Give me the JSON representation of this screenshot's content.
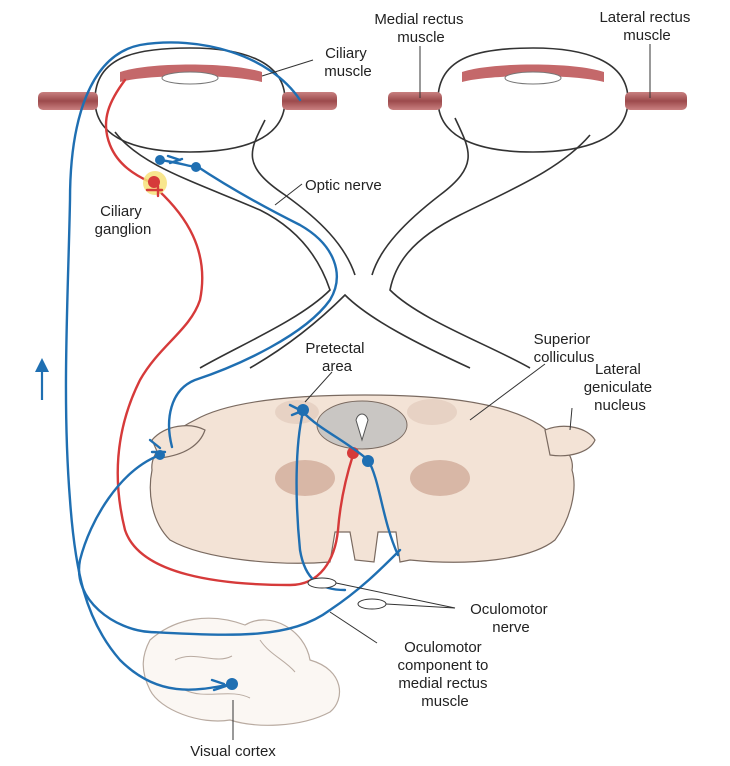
{
  "labels": {
    "medial_rectus": [
      "Medial rectus",
      "muscle"
    ],
    "lateral_rectus": [
      "Lateral rectus",
      "muscle"
    ],
    "ciliary_muscle": [
      "Ciliary",
      "muscle"
    ],
    "optic_nerve": [
      "Optic nerve"
    ],
    "ciliary_ganglion": [
      "Ciliary",
      "ganglion"
    ],
    "pretectal_area": [
      "Pretectal",
      "area"
    ],
    "superior_colliculus": [
      "Superior",
      "colliculus"
    ],
    "lateral_geniculate": [
      "Lateral",
      "geniculate",
      "nucleus"
    ],
    "oculomotor_nerve": [
      "Oculomotor",
      "nerve"
    ],
    "oculomotor_component": [
      "Oculomotor",
      "component to",
      "medial rectus",
      "muscle"
    ],
    "visual_cortex": [
      "Visual cortex"
    ]
  },
  "colors": {
    "blue_pathway": "#1f6fb2",
    "red_pathway": "#d63a3a",
    "muscle": "#b0585a",
    "tissue": "#f3e3d6",
    "nucleus": "#d8b7a6",
    "ganglion_highlight": "#f7e27a"
  }
}
